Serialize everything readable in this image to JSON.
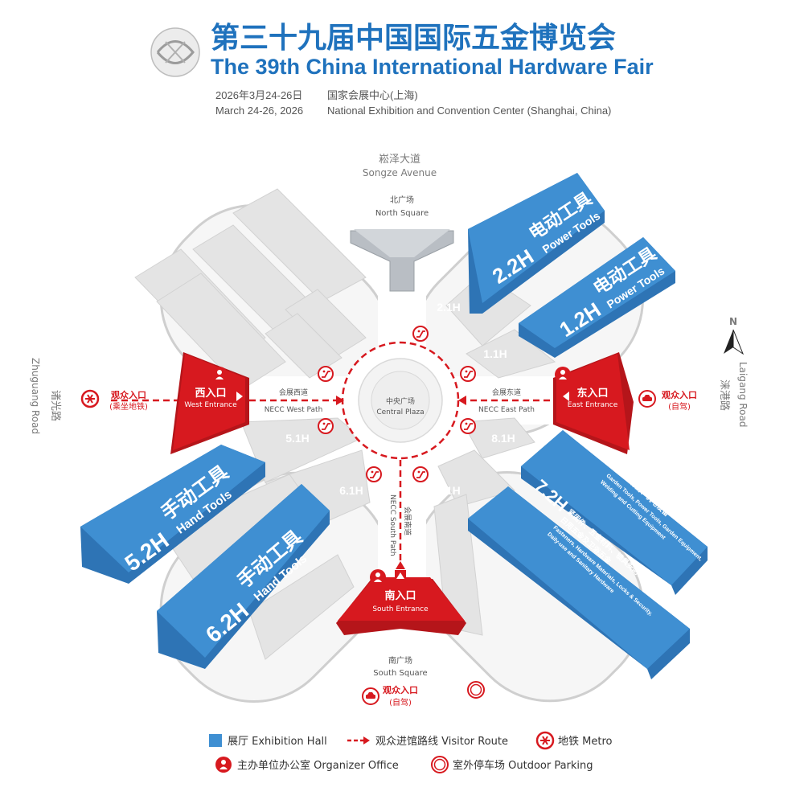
{
  "header": {
    "title_zh": "第三十九届中国国际五金博览会",
    "title_en": "The 39th China International Hardware Fair",
    "date_zh": "2026年3月24-26日",
    "date_en": "March 24-26, 2026",
    "venue_zh": "国家会展中心(上海)",
    "venue_en": "National Exhibition and Convention Center (Shanghai, China)"
  },
  "roads": {
    "north_zh": "崧泽大道",
    "north_en": "Songze Avenue",
    "west_zh": "诸光路",
    "west_en": "Zhuguang Road",
    "east_zh": "涞港路",
    "east_en": "Laigang Road"
  },
  "compass": {
    "label": "N"
  },
  "squares": {
    "north_zh": "北广场",
    "north_en": "North Square",
    "south_zh": "南广场",
    "south_en": "South Square",
    "central_zh": "中央广场",
    "central_en": "Central Plaza"
  },
  "halls": {
    "h22": {
      "number": "2.2H",
      "zh": "电动工具",
      "en": "Power Tools"
    },
    "h12": {
      "number": "1.2H",
      "zh": "电动工具",
      "en": "Power Tools"
    },
    "h52": {
      "number": "5.2H",
      "zh": "手动工具",
      "en": "Hand Tools"
    },
    "h62": {
      "number": "6.2H",
      "zh": "手动工具",
      "en": "Hand Tools"
    },
    "h82": {
      "number": "8.2H",
      "zh_1": "园林工具、电动工具、园林及清洗设备、",
      "zh_2": "焊接、切割、机电设备",
      "en_1": "Garden Tools, Power Tools, Garden Equipment,",
      "en_2": "Welding and Cutting Equipment"
    },
    "h72": {
      "number": "7.2H",
      "zh_1": "紧固件、五金材料、锁具安防、",
      "zh_2": "日用五金及卫浴五金",
      "en_1": "Fasteners, Hardware Materials, Locks & Security,",
      "en_2": "Daily-use and Sanitary Hardware"
    }
  },
  "gray_halls": [
    "2.1H",
    "1.1H",
    "8.1H",
    "7.1H",
    "6.1H",
    "5.1H"
  ],
  "entrances": {
    "west_zh": "西入口",
    "west_en": "West Entrance",
    "east_zh": "东入口",
    "east_en": "East Entrance",
    "south_zh": "南入口",
    "south_en": "South Entrance"
  },
  "paths": {
    "west_zh": "会展西道",
    "west_en": "NECC West Path",
    "east_zh": "会展东道",
    "east_en": "NECC East Path",
    "south_zh": "会展南道",
    "south_en": "NECC South Path"
  },
  "visitor_entries": {
    "west_label": "观众入口",
    "west_sub": "(乘坐地铁)",
    "east_label": "观众入口",
    "east_sub": "(自驾)",
    "south_label": "观众入口",
    "south_sub": "(自驾)"
  },
  "legend": {
    "hall": "展厅 Exhibition Hall",
    "route": "观众进馆路线 Visitor Route",
    "metro": "地铁 Metro",
    "office": "主办单位办公室 Organizer Office",
    "parking": "室外停车场 Outdoor Parking"
  },
  "colors": {
    "blue": "#3f8fd2",
    "red": "#d7191f",
    "gray_hall": "#e2e2e2"
  }
}
